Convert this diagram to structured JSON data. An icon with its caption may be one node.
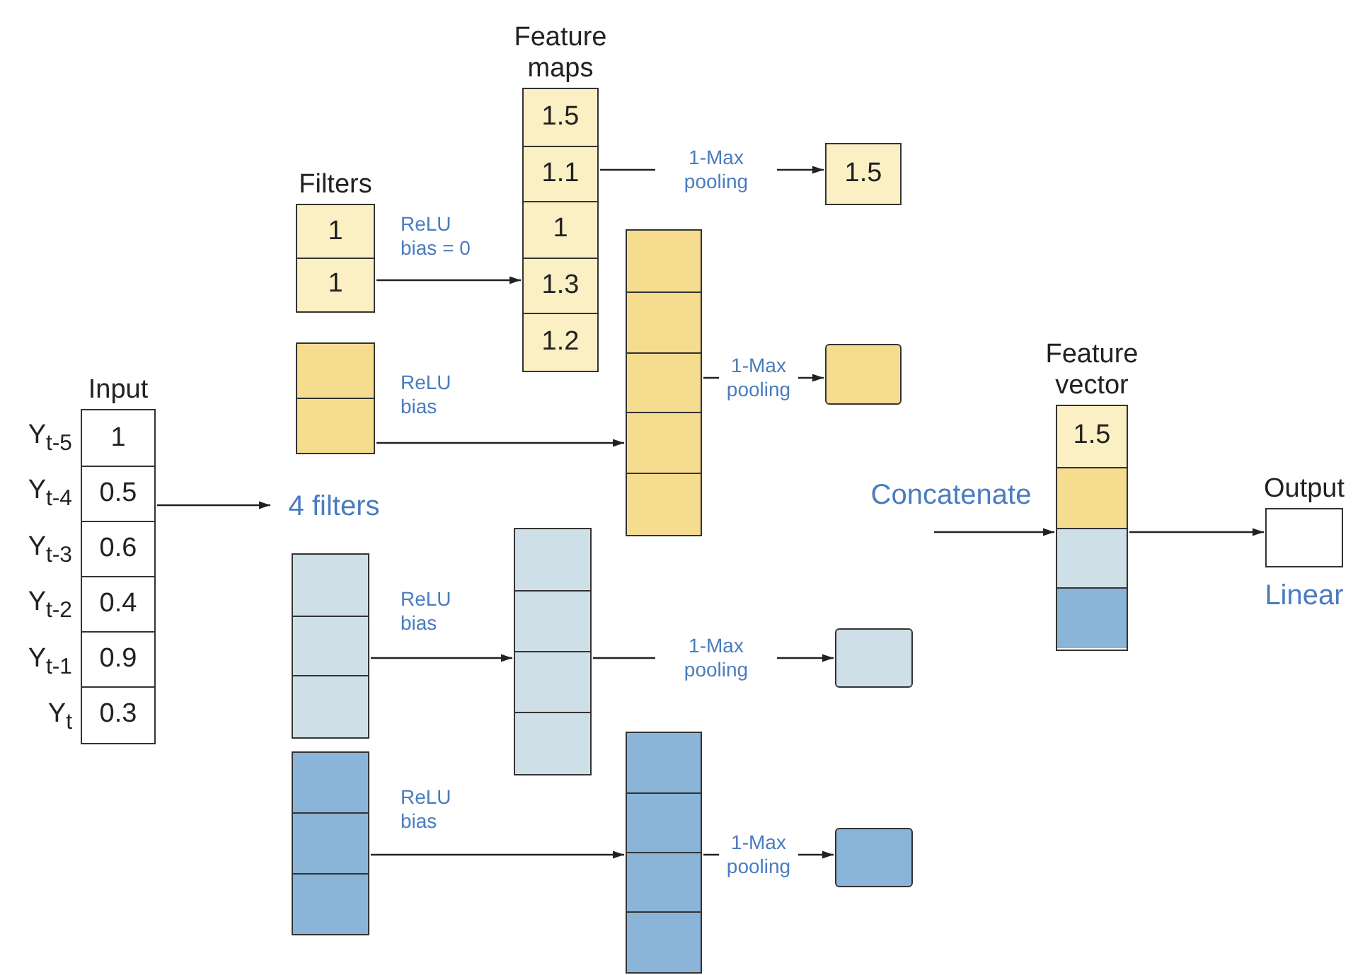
{
  "diagram": {
    "nodes": [
      {
        "text": [
          "Input",
          "1",
          "0.5",
          "0.6",
          "0.4",
          "0.9",
          "0.3"
        ],
        "beside": [
          "Y$_{t-5}$",
          "Y$_{t-4}$",
          "Y$_{t-3}$",
          "Y$_{t-2}$",
          "Y$_{t-1}$",
          "Y$_{t}$"
        ]
      },
      {
        "text": [
          "4 filters"
        ]
      },
      {
        "text": [
          "Filters",
          "1",
          "1"
        ]
      },
      {
        "text": [],
        "shape": "bar"
      },
      {
        "text": [],
        "shape": "bar"
      },
      {
        "text": [],
        "shape": "bar"
      },
      {
        "text": [
          "Feature maps",
          "1.5",
          "1.1",
          "1",
          "1.3",
          "1.2"
        ]
      },
      {
        "text": [],
        "shape": "bar"
      },
      {
        "text": [],
        "shape": "bar"
      },
      {
        "text": [],
        "shape": "bar"
      },
      {
        "text": [
          "1.5"
        ]
      },
      {
        "text": [],
        "shape": "box"
      },
      {
        "text": [],
        "shape": "box"
      },
      {
        "text": [],
        "shape": "box"
      },
      {
        "text": [
          "Feature vector",
          "1.5"
        ]
      },
      {
        "text": [
          "Output"
        ],
        "beside": [
          "Linear"
        ]
      }
    ],
    "edges": [
      {
        "from": 0,
        "to": 1,
        "arrow": "to"
      },
      {
        "from": 2,
        "to": 6,
        "arrow": "to",
        "label": "ReLU bias = 0"
      },
      {
        "from": 3,
        "to": 7,
        "arrow": "to",
        "label": "ReLU bias"
      },
      {
        "from": 4,
        "to": 8,
        "arrow": "to",
        "label": "ReLU bias"
      },
      {
        "from": 5,
        "to": 9,
        "arrow": "to",
        "label": "ReLU bias"
      },
      {
        "from": 6,
        "to": 10,
        "arrow": "to",
        "label": "1-Max pooling"
      },
      {
        "from": 7,
        "to": 11,
        "arrow": "to",
        "label": "1-Max pooling"
      },
      {
        "from": 8,
        "to": 12,
        "arrow": "to",
        "label": "1-Max pooling"
      },
      {
        "from": 9,
        "to": 13,
        "arrow": "to",
        "label": "1-Max pooling"
      },
      {
        "from": null,
        "to": 14,
        "arrow": "to",
        "label": "Concatenate"
      },
      {
        "from": 14,
        "to": 15,
        "arrow": "to"
      }
    ]
  }
}
